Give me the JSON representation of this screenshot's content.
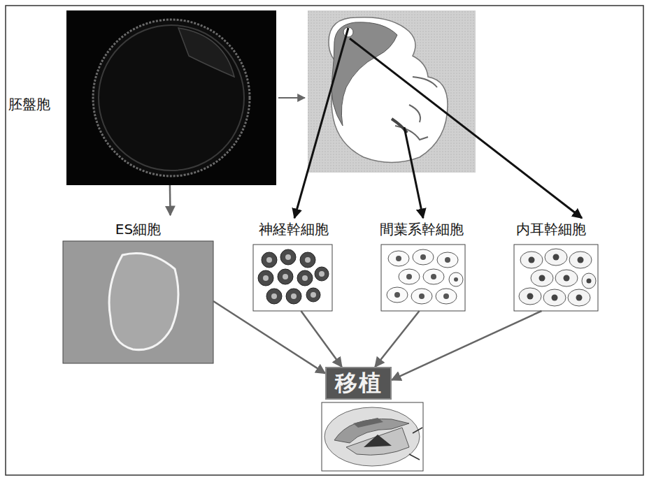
{
  "diagram": {
    "nodes": [
      {
        "text": [
          "胚盤胞"
        ]
      },
      {
        "text": [
          "ES細胞"
        ]
      },
      {
        "text": [
          "神経幹細胞"
        ]
      },
      {
        "text": [
          "間葉系幹細胞"
        ]
      },
      {
        "text": [
          "内耳幹細胞"
        ]
      },
      {
        "text": [
          "移植"
        ]
      }
    ],
    "edges": [
      {
        "from": 0,
        "to": 1,
        "arrow": "to"
      },
      {
        "from": 1,
        "to": 5,
        "arrow": "to"
      },
      {
        "from": 2,
        "to": 5,
        "arrow": "to"
      },
      {
        "from": 3,
        "to": 5,
        "arrow": "to"
      },
      {
        "from": 4,
        "to": 5,
        "arrow": "to"
      }
    ]
  }
}
